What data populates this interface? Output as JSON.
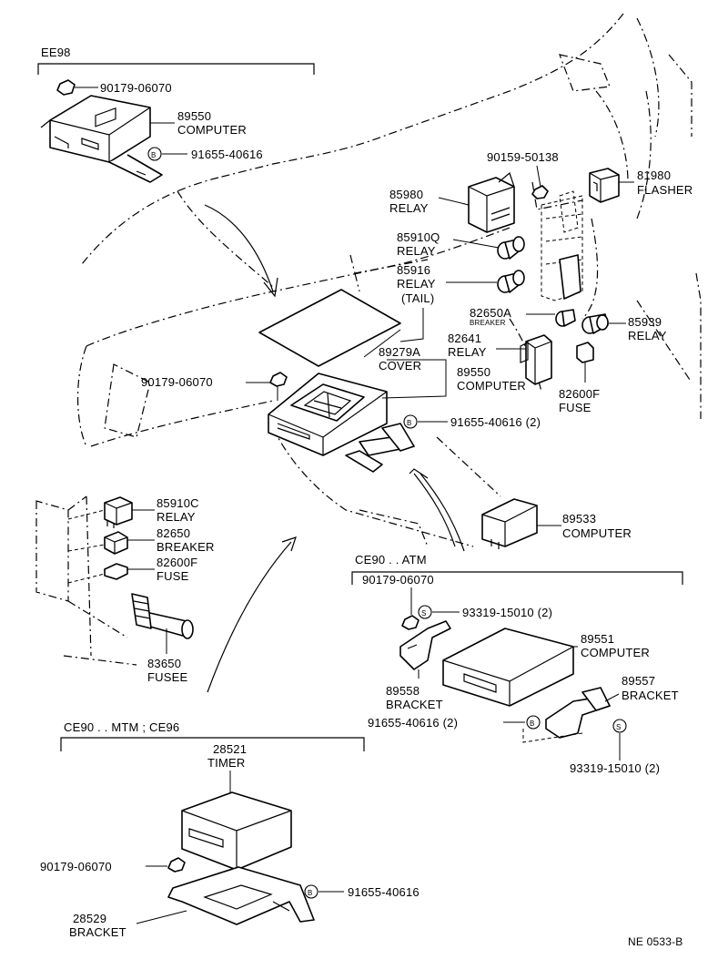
{
  "sections": {
    "ee98": "EE98",
    "ce90_atm": "CE90 . . ATM",
    "ce90_mtm": "CE90 . . MTM ; CE96"
  },
  "callouts": {
    "ee98_nut": "90179-06070",
    "ee98_computer_num": "89550",
    "ee98_computer_name": "COMPUTER",
    "ee98_bolt_mark": "B",
    "ee98_bolt": "91655-40616",
    "screw_90159": "90159-50138",
    "relay_85980_num": "85980",
    "relay_85980_name": "RELAY",
    "flasher_num": "81980",
    "flasher_name": "FLASHER",
    "relay_85910q_num": "85910Q",
    "relay_85910q_name": "RELAY",
    "relay_85916_num": "85916",
    "relay_85916_name": "RELAY",
    "relay_85916_tail": "(TAIL)",
    "breaker_82650a_num": "82650A",
    "breaker_82650a_name": "BREAKER",
    "relay_85939_num": "85939",
    "relay_85939_name": "RELAY",
    "relay_82641_num": "82641",
    "relay_82641_name": "RELAY",
    "cover_num": "89279A",
    "cover_name": "COVER",
    "main_nut": "90179-06070",
    "main_computer_num": "89550",
    "main_computer_name": "COMPUTER",
    "fuse_82600f_top_num": "82600F",
    "fuse_82600f_top_name": "FUSE",
    "main_bolt_mark": "B",
    "main_bolt": "91655-40616 (2)",
    "relay_85910c_num": "85910C",
    "relay_85910c_name": "RELAY",
    "breaker_82650_num": "82650",
    "breaker_82650_name": "BREAKER",
    "fuse_82600f_left_num": "82600F",
    "fuse_82600f_left_name": "FUSE",
    "fusee_num": "83650",
    "fusee_name": "FUSEE",
    "computer_89533_num": "89533",
    "computer_89533_name": "COMPUTER",
    "atm_nut": "90179-06070",
    "atm_screw_mark_1": "S",
    "atm_screw_1": "93319-15010 (2)",
    "atm_computer_num": "89551",
    "atm_computer_name": "COMPUTER",
    "bracket_89558_num": "89558",
    "bracket_89558_name": "BRACKET",
    "bracket_89557_num": "89557",
    "bracket_89557_name": "BRACKET",
    "atm_bolt": "91655-40616 (2)",
    "atm_bolt_mark": "B",
    "atm_screw_mark_2": "S",
    "atm_screw_2": "93319-15010 (2)",
    "timer_num": "28521",
    "timer_name": "TIMER",
    "timer_nut": "90179-06070",
    "timer_bolt_mark": "B",
    "timer_bolt": "91655-40616",
    "bracket_28529_num": "28529",
    "bracket_28529_name": "BRACKET"
  },
  "diagram_code": "NE  0533-B"
}
